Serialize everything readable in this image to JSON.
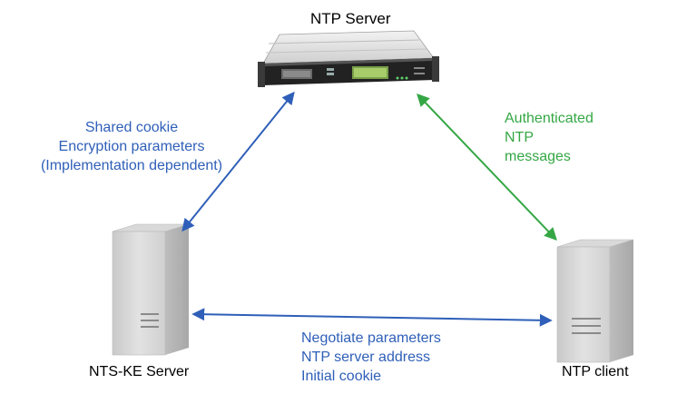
{
  "nodes": {
    "ntp_server": {
      "label": "NTP Server"
    },
    "ntske_server": {
      "label": "NTS-KE Server"
    },
    "ntp_client": {
      "label": "NTP client"
    }
  },
  "edges": {
    "ntske_to_ntp_server": {
      "lines": [
        "Shared cookie",
        "Encryption parameters",
        "(Implementation dependent)"
      ],
      "color": "#2f5fb8"
    },
    "ntp_server_to_client": {
      "lines": [
        "Authenticated",
        "NTP",
        "messages"
      ],
      "color": "#34a744"
    },
    "ntske_to_client": {
      "lines": [
        "Negotiate parameters",
        "NTP server address",
        "Initial cookie"
      ],
      "color": "#2f5fb8"
    }
  }
}
